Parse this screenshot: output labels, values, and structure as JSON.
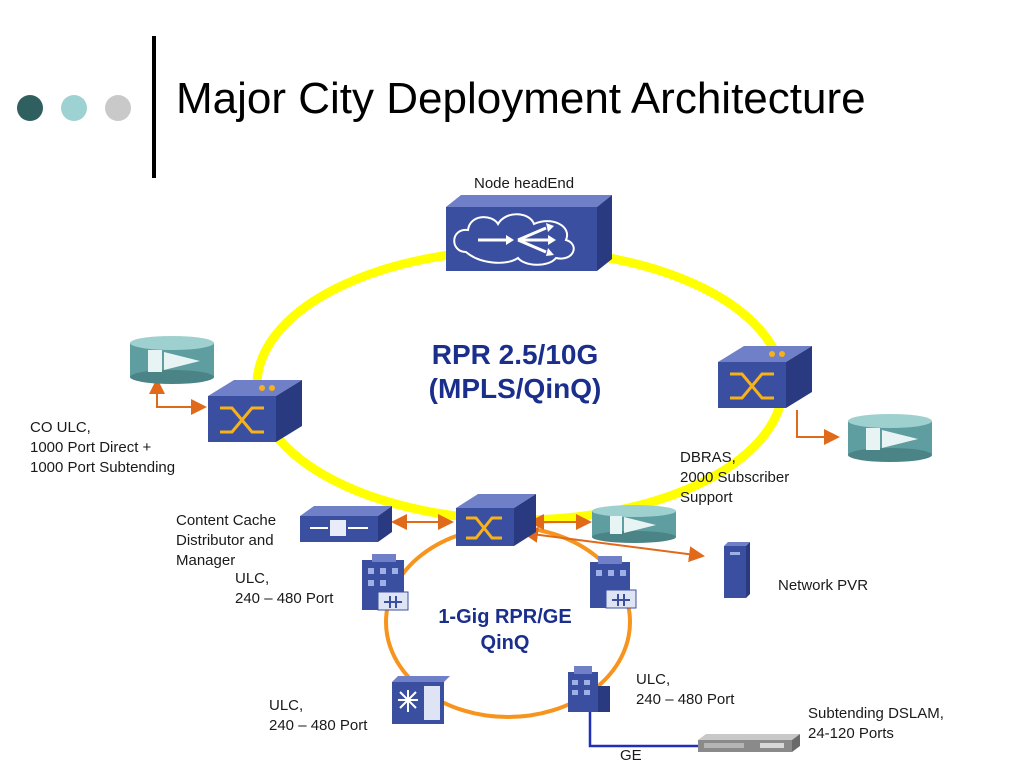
{
  "slide": {
    "title": "Major City Deployment Architecture",
    "header_dot_colors": [
      "#2f5f5f",
      "#9ed1d1",
      "#c9c9c9"
    ]
  },
  "rings": {
    "main": {
      "label_line1": "RPR 2.5/10G",
      "label_line2": "(MPLS/QinQ)",
      "color": "#ffff00"
    },
    "access": {
      "label_line1": "1-Gig RPR/GE",
      "label_line2": "QinQ",
      "color": "#f7941d"
    }
  },
  "labels": {
    "node_headend": "Node headEnd",
    "co_ulc": [
      "CO  ULC,",
      "1000 Port  Direct +",
      "1000 Port Subtending"
    ],
    "dbras": [
      "DBRAS,",
      "2000 Subscriber",
      "Support"
    ],
    "content_cache": [
      "Content Cache",
      "Distributor and",
      "Manager"
    ],
    "ulc_left_top": [
      "ULC,",
      "240 – 480 Port"
    ],
    "network_pvr": "Network PVR",
    "ulc_right_bottom": [
      "ULC,",
      "240 – 480 Port"
    ],
    "ulc_left_bottom": [
      "ULC,",
      "240 – 480 Port"
    ],
    "subtending_dslam": [
      "Subtending DSLAM,",
      "24-120 Ports"
    ],
    "ge": "GE"
  },
  "colors": {
    "device_blue": "#3b4fa0",
    "device_top": "#6f80c8",
    "router_teal": "#5f9ea0",
    "link_orange": "#e06a1a",
    "link_blue": "#1f2fb8"
  }
}
